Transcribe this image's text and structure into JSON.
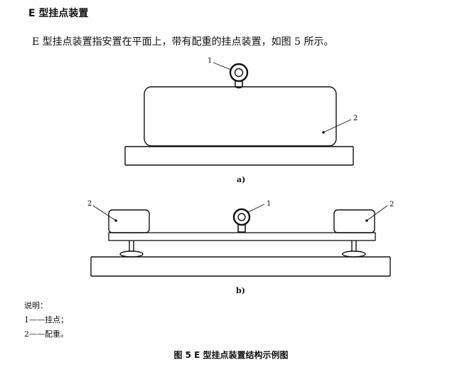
{
  "heading": "E 型挂点装置",
  "paragraph": "E 型挂点装置指安置在平面上，带有配重的挂点装置，如图 5 所示。",
  "figure_a": {
    "sublabel": "a)",
    "callout_1": "1",
    "callout_2": "2"
  },
  "figure_b": {
    "sublabel": "b)",
    "callout_1": "1",
    "callout_2_left": "2",
    "callout_2_right": "2"
  },
  "legend": {
    "title": "说明：",
    "items": [
      "1——挂点；",
      "2——配重。"
    ]
  },
  "caption": "图 5   E 型挂点装置结构示例图",
  "colors": {
    "ink": "#111111",
    "paper": "#ffffff"
  }
}
